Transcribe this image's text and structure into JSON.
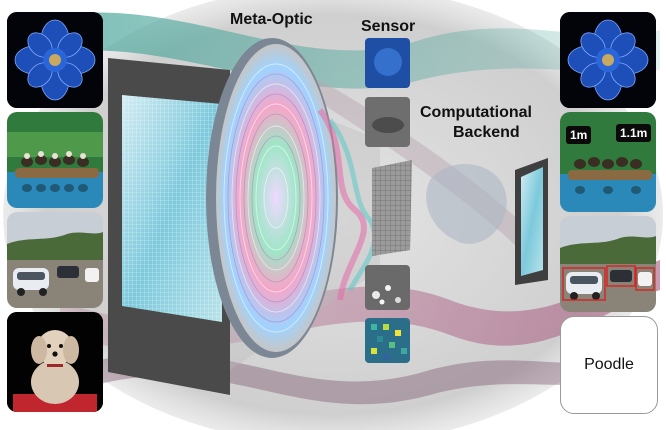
{
  "labels": {
    "meta_optic": "Meta-Optic",
    "sensor": "Sensor",
    "backend_line1": "Computational",
    "backend_line2": "Backend"
  },
  "depth_tags": [
    "1m",
    "1.1m"
  ],
  "classification": "Poodle",
  "colors": {
    "flower": "#1e4fb8",
    "lens_teal": "#57c0b4",
    "ribbon_pink": "#a8567d",
    "ribbon_teal": "#4aa59a",
    "heatmap_bg": "#2a6e8a",
    "box_red": "#d92020",
    "mat_red": "#c0262d"
  },
  "icons": [
    "flower-image",
    "ducks-image",
    "cars-image",
    "dog-image",
    "sensor-heatmap-icon"
  ]
}
